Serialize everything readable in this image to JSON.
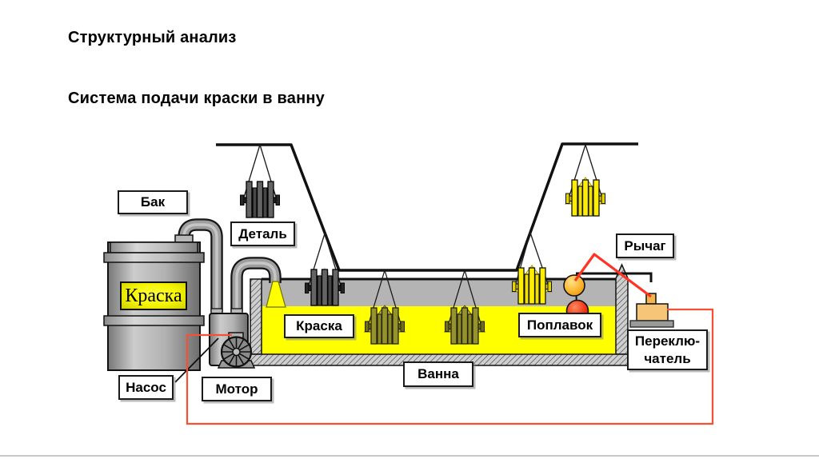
{
  "slide": {
    "title": "Структурный анализ",
    "subtitle": "Система подачи краски в ванну"
  },
  "labels": {
    "tank": "Бак",
    "detail": "Деталь",
    "paint_barrel": "Краска",
    "paint_bath": "Краска",
    "pump": "Насос",
    "motor": "Мотор",
    "bath": "Ванна",
    "float": "Поплавок",
    "lever": "Рычаг",
    "switch_line1": "Переклю-",
    "switch_line2": "чатель"
  },
  "colors": {
    "paint_yellow": "#ffff00",
    "bath_interior_gray": "#b4b4b4",
    "hatch_wall_gray": "#cfcfcf",
    "circuit_wire_red": "#f85032",
    "lever_red": "#ff3322",
    "float_ball_orange": "#f59500",
    "float_ball_red": "#d81000",
    "switch_tan": "#f7c577",
    "metal_gray": "#a8a8a8",
    "part_raw_dark": "#646464",
    "part_submerged_olive": "#96932c",
    "part_painted_yellow": "#ffee00"
  }
}
